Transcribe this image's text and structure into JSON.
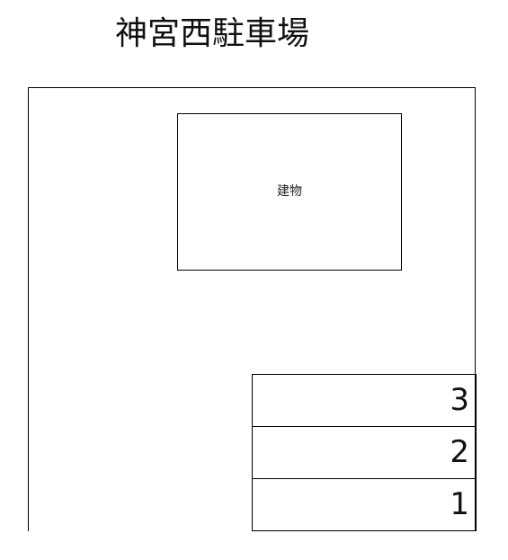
{
  "title": "神宮西駐車場",
  "building": {
    "label": "建物"
  },
  "parking_spaces": [
    {
      "number": "3"
    },
    {
      "number": "2"
    },
    {
      "number": "1"
    }
  ]
}
